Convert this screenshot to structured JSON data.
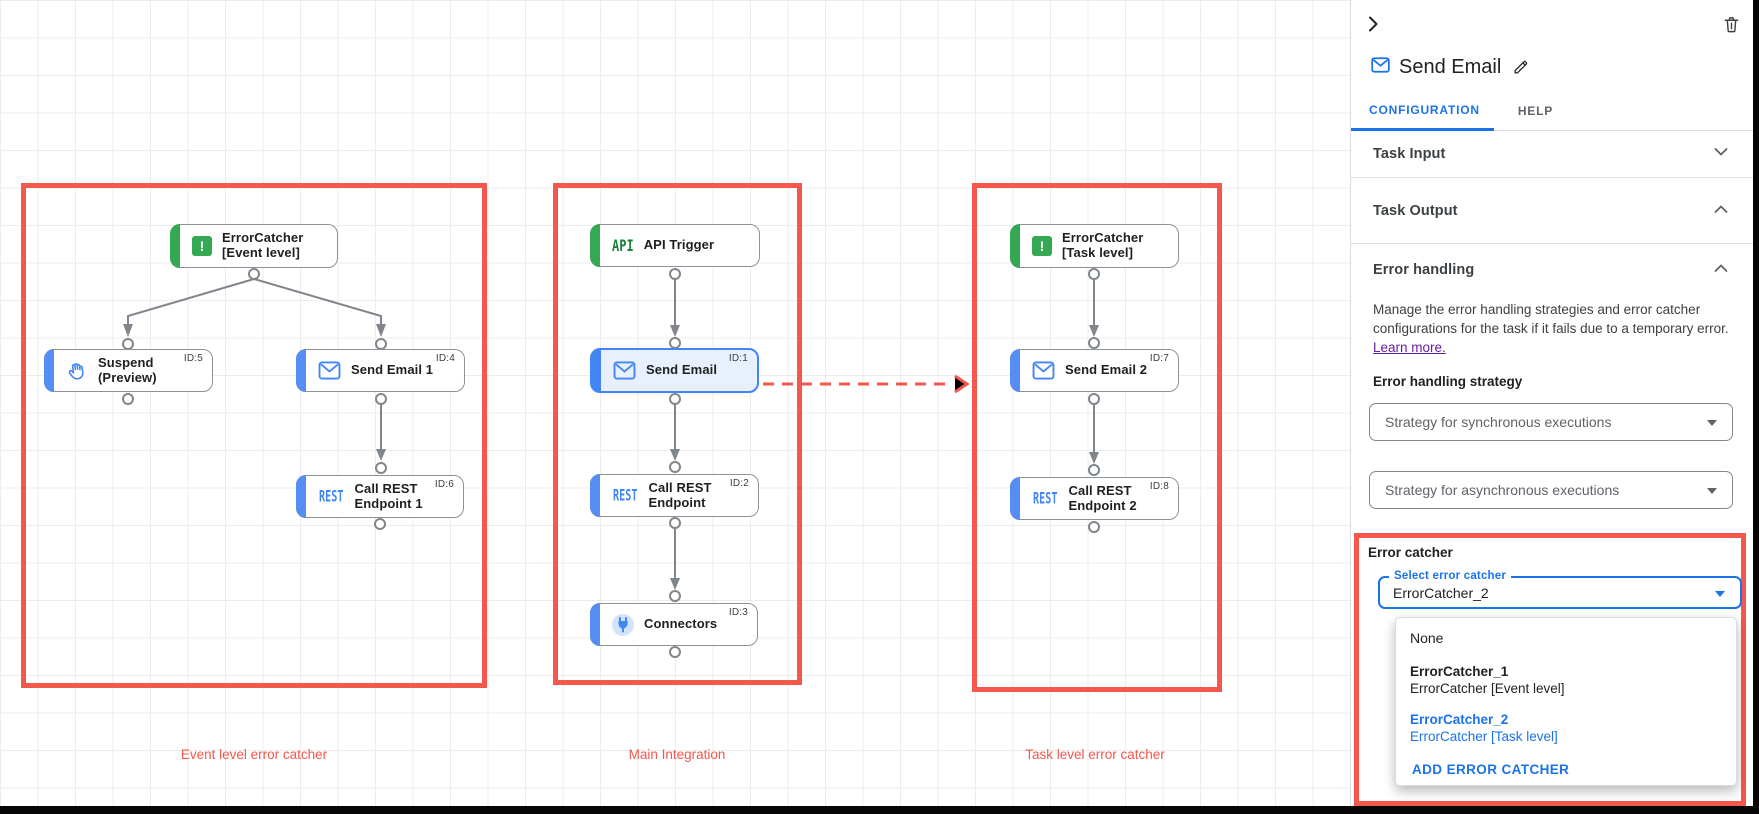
{
  "canvas": {
    "groups": [
      {
        "label": "Event level error catcher",
        "nodes": [
          {
            "label": "ErrorCatcher [Event level]",
            "icon": "error-catcher-icon",
            "accent": "green"
          },
          {
            "label": "Suspend (Preview)",
            "id": "ID:5",
            "icon": "hand-icon",
            "accent": "blue"
          },
          {
            "label": "Send Email 1",
            "id": "ID:4",
            "icon": "email-icon",
            "accent": "blue"
          },
          {
            "label": "Call REST Endpoint 1",
            "id": "ID:6",
            "icon": "rest-icon",
            "accent": "blue"
          }
        ]
      },
      {
        "label": "Main Integration",
        "nodes": [
          {
            "label": "API Trigger",
            "icon": "api-icon",
            "accent": "green",
            "breakpoint": true
          },
          {
            "label": "Send Email",
            "id": "ID:1",
            "icon": "email-icon",
            "accent": "blue",
            "selected": true,
            "breakpoint": true
          },
          {
            "label": "Call REST Endpoint",
            "id": "ID:2",
            "icon": "rest-icon",
            "accent": "blue"
          },
          {
            "label": "Connectors",
            "id": "ID:3",
            "icon": "connectors-icon",
            "accent": "blue"
          }
        ]
      },
      {
        "label": "Task level error catcher",
        "nodes": [
          {
            "label": "ErrorCatcher [Task level]",
            "icon": "error-catcher-icon",
            "accent": "green"
          },
          {
            "label": "Send Email 2",
            "id": "ID:7",
            "icon": "email-icon",
            "accent": "blue"
          },
          {
            "label": "Call REST Endpoint 2",
            "id": "ID:8",
            "icon": "rest-icon",
            "accent": "blue"
          }
        ]
      }
    ]
  },
  "panel": {
    "title": "Send Email",
    "title_icon": "email-icon",
    "tabs": [
      {
        "label": "CONFIGURATION",
        "active": true
      },
      {
        "label": "HELP",
        "active": false
      }
    ],
    "sections": [
      {
        "label": "Task Input",
        "state": "collapsed"
      },
      {
        "label": "Task Output",
        "state": "expanded"
      },
      {
        "label": "Error handling",
        "state": "expanded"
      }
    ],
    "error_handling": {
      "description": "Manage the error handling strategies and error catcher configurations for the task if it fails due to a temporary error.",
      "learn_more_label": "Learn more.",
      "strategy_heading": "Error handling strategy",
      "sync_select_value": "Strategy for synchronous executions",
      "async_select_value": "Strategy for asynchronous executions",
      "error_catcher_heading": "Error catcher",
      "select_floating_label": "Select error catcher",
      "select_value": "ErrorCatcher_2",
      "menu_items": [
        {
          "title": "None"
        },
        {
          "title": "ErrorCatcher_1",
          "subtitle": "ErrorCatcher [Event level]"
        },
        {
          "title": "ErrorCatcher_2",
          "subtitle": "ErrorCatcher [Task level]",
          "selected": true
        },
        {
          "title": "ADD ERROR CATCHER",
          "action": true
        }
      ]
    }
  },
  "colors": {
    "accent_blue": "#1a73e8",
    "node_blue": "#4285f4",
    "trigger_green": "#34a853",
    "annotation_red": "#f4574c",
    "breakpoint_red": "#d93025",
    "link_purple": "#681da8"
  }
}
